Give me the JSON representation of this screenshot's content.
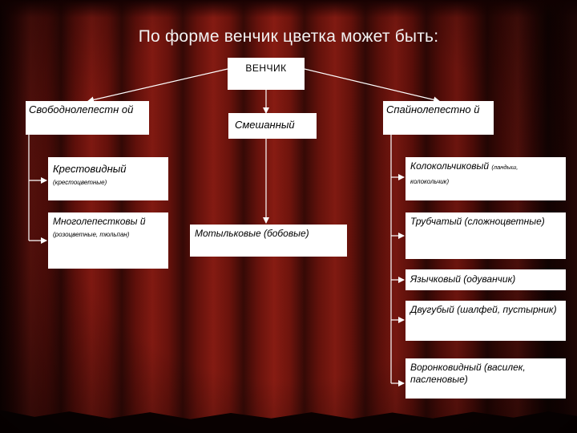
{
  "title": "По форме венчик цветка может быть:",
  "root": "ВЕНЧИК",
  "free": {
    "title": "Свободнолепестн ой",
    "cross": {
      "name": "Крестовидный",
      "note": "(крестоцветные)"
    },
    "multi": {
      "name": "Многолепестковы й",
      "note": "(розоцветные, тюльпан)"
    }
  },
  "mixed": {
    "title": "Смешанный",
    "moth": "Мотыльковые (бобовые)"
  },
  "fused": {
    "title": "Спайнолепестно й",
    "bell": {
      "name": "Колокольчиковый",
      "inline_note": "(ландыш,",
      "note": "колокольчик)"
    },
    "tube": "Трубчатый (сложноцветные)",
    "ligulate": "Язычковый (одуванчик)",
    "bilabiate": "Двугубый (шалфей, пустырник)",
    "funnel": "Воронковидный (василек, пасленовые)"
  },
  "colors": {
    "box": "#ffffff",
    "line": "#ffffff",
    "title": "#f2f2f2"
  }
}
